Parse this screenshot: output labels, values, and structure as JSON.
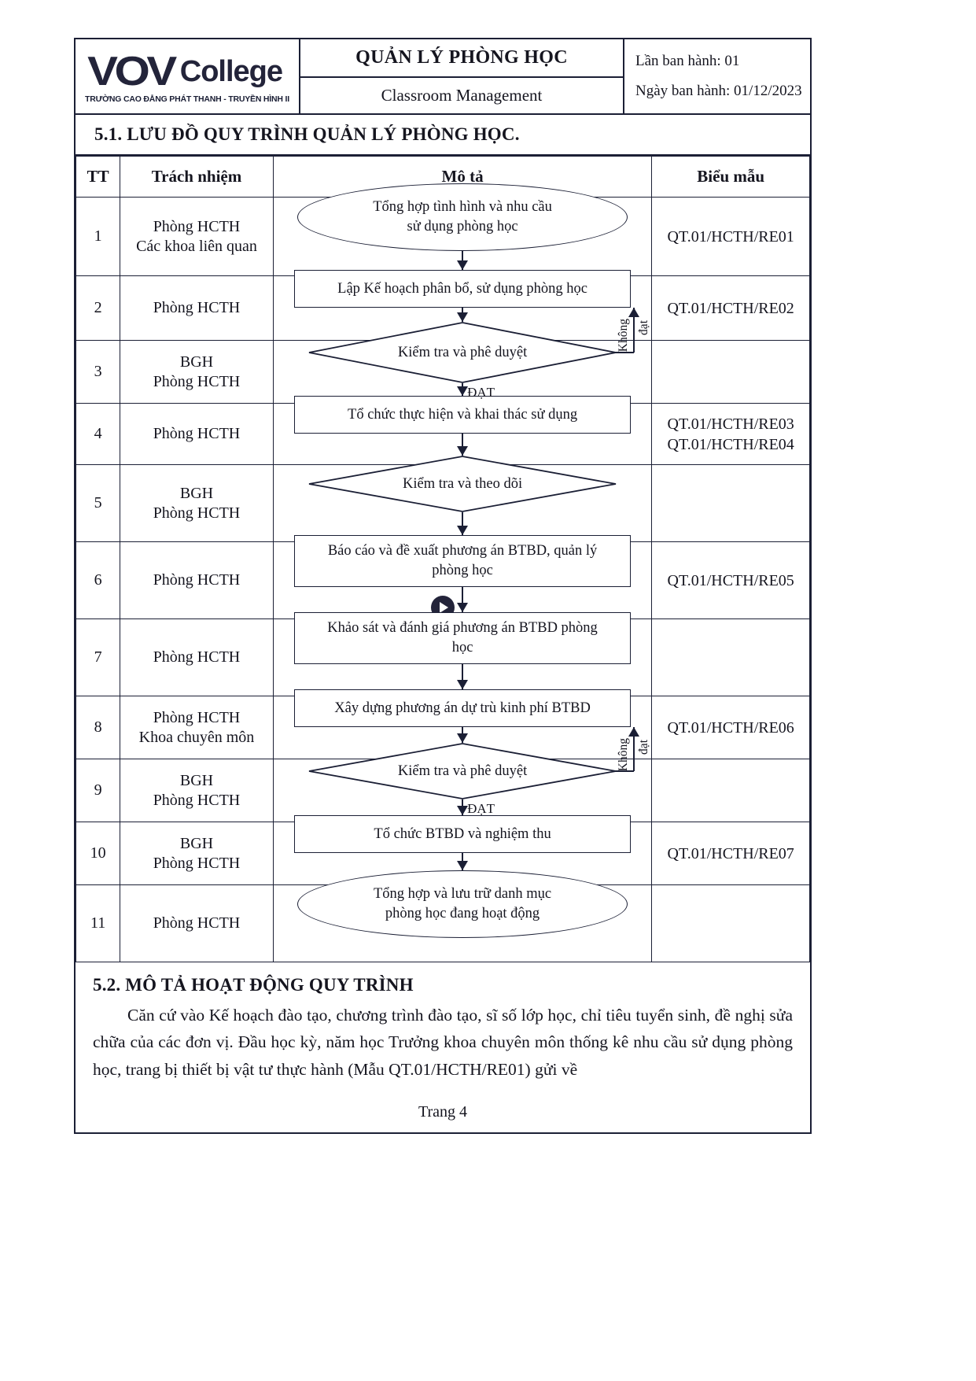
{
  "header": {
    "logo_text": "VOV",
    "logo_word": "College",
    "logo_subtitle": "TRƯỜNG CAO ĐẲNG PHÁT THANH - TRUYỀN HÌNH II",
    "title_vn": "QUẢN LÝ PHÒNG HỌC",
    "title_en": "Classroom Management",
    "issue_number": "Lần ban hành: 01",
    "issue_date": "Ngày ban hành: 01/12/2023"
  },
  "section_51": {
    "heading": "5.1. LƯU ĐỒ QUY TRÌNH QUẢN LÝ PHÒNG HỌC.",
    "columns": [
      "TT",
      "Trách nhiệm",
      "Mô tả",
      "Biểu mẫu"
    ],
    "rows": [
      {
        "tt": "1",
        "resp": "Phòng HCTH\nCác khoa liên quan",
        "form": "QT.01/HCTH/RE01"
      },
      {
        "tt": "2",
        "resp": "Phòng HCTH",
        "form": "QT.01/HCTH/RE02"
      },
      {
        "tt": "3",
        "resp": "BGH\nPhòng HCTH",
        "form": ""
      },
      {
        "tt": "4",
        "resp": "Phòng HCTH",
        "form": "QT.01/HCTH/RE03\nQT.01/HCTH/RE04"
      },
      {
        "tt": "5",
        "resp": "BGH\nPhòng HCTH",
        "form": ""
      },
      {
        "tt": "6",
        "resp": "Phòng HCTH",
        "form": "QT.01/HCTH/RE05"
      },
      {
        "tt": "7",
        "resp": "Phòng HCTH",
        "form": ""
      },
      {
        "tt": "8",
        "resp": "Phòng HCTH\nKhoa chuyên môn",
        "form": "QT.01/HCTH/RE06"
      },
      {
        "tt": "9",
        "resp": "BGH\nPhòng HCTH",
        "form": ""
      },
      {
        "tt": "10",
        "resp": "BGH\nPhòng HCTH",
        "form": "QT.01/HCTH/RE07"
      },
      {
        "tt": "11",
        "resp": "Phòng HCTH",
        "form": ""
      }
    ],
    "flow_nodes": [
      {
        "id": "n1",
        "type": "ellipse",
        "text": "Tổng hợp tình hình và nhu cầu\nsử dụng phòng học"
      },
      {
        "id": "n2",
        "type": "rect",
        "text": "Lập Kế hoạch phân bổ, sử dụng phòng học"
      },
      {
        "id": "n3",
        "type": "diamond",
        "text": "Kiểm tra và phê duyệt"
      },
      {
        "id": "n4",
        "type": "rect",
        "text": "Tổ chức thực hiện và khai thác sử dụng"
      },
      {
        "id": "n5",
        "type": "diamond",
        "text": "Kiểm tra và theo dõi"
      },
      {
        "id": "n6",
        "type": "rect",
        "text": "Báo cáo và đề xuất phương án BTBD,   quản lý\nphòng học"
      },
      {
        "id": "n7",
        "type": "rect",
        "text": "Khảo sát và đánh giá phương án BTBD phòng\nhọc"
      },
      {
        "id": "n8",
        "type": "rect",
        "text": "Xây dựng phương án dự trù kinh phí BTBD"
      },
      {
        "id": "n9",
        "type": "diamond",
        "text": "Kiểm tra và phê duyệt"
      },
      {
        "id": "n10",
        "type": "rect",
        "text": "Tổ chức BTBD và nghiệm thu"
      },
      {
        "id": "n11",
        "type": "ellipse",
        "text": "Tổng hợp và lưu trữ danh mục\nphòng học đang hoạt động"
      }
    ],
    "edge_labels": {
      "pass_1": "ĐẠT",
      "fail_1_a": "Không",
      "fail_1_b": "đạt",
      "pass_2": "ĐẠT",
      "fail_2_a": "Không",
      "fail_2_b": "đạt"
    }
  },
  "section_52": {
    "heading": "5.2. MÔ TẢ HOẠT ĐỘNG QUY TRÌNH",
    "paragraph": "Căn cứ vào Kế hoạch đào tạo, chương trình đào tạo, sĩ số lớp học, chỉ tiêu tuyển sinh, đề nghị sửa chữa của các đơn vị. Đầu học kỳ, năm học Trưởng khoa chuyên môn thống kê nhu cầu sử dụng phòng học, trang bị thiết bị vật tư thực hành (Mẫu QT.01/HCTH/RE01) gửi về"
  },
  "footer": {
    "page_label": "Trang 4"
  }
}
